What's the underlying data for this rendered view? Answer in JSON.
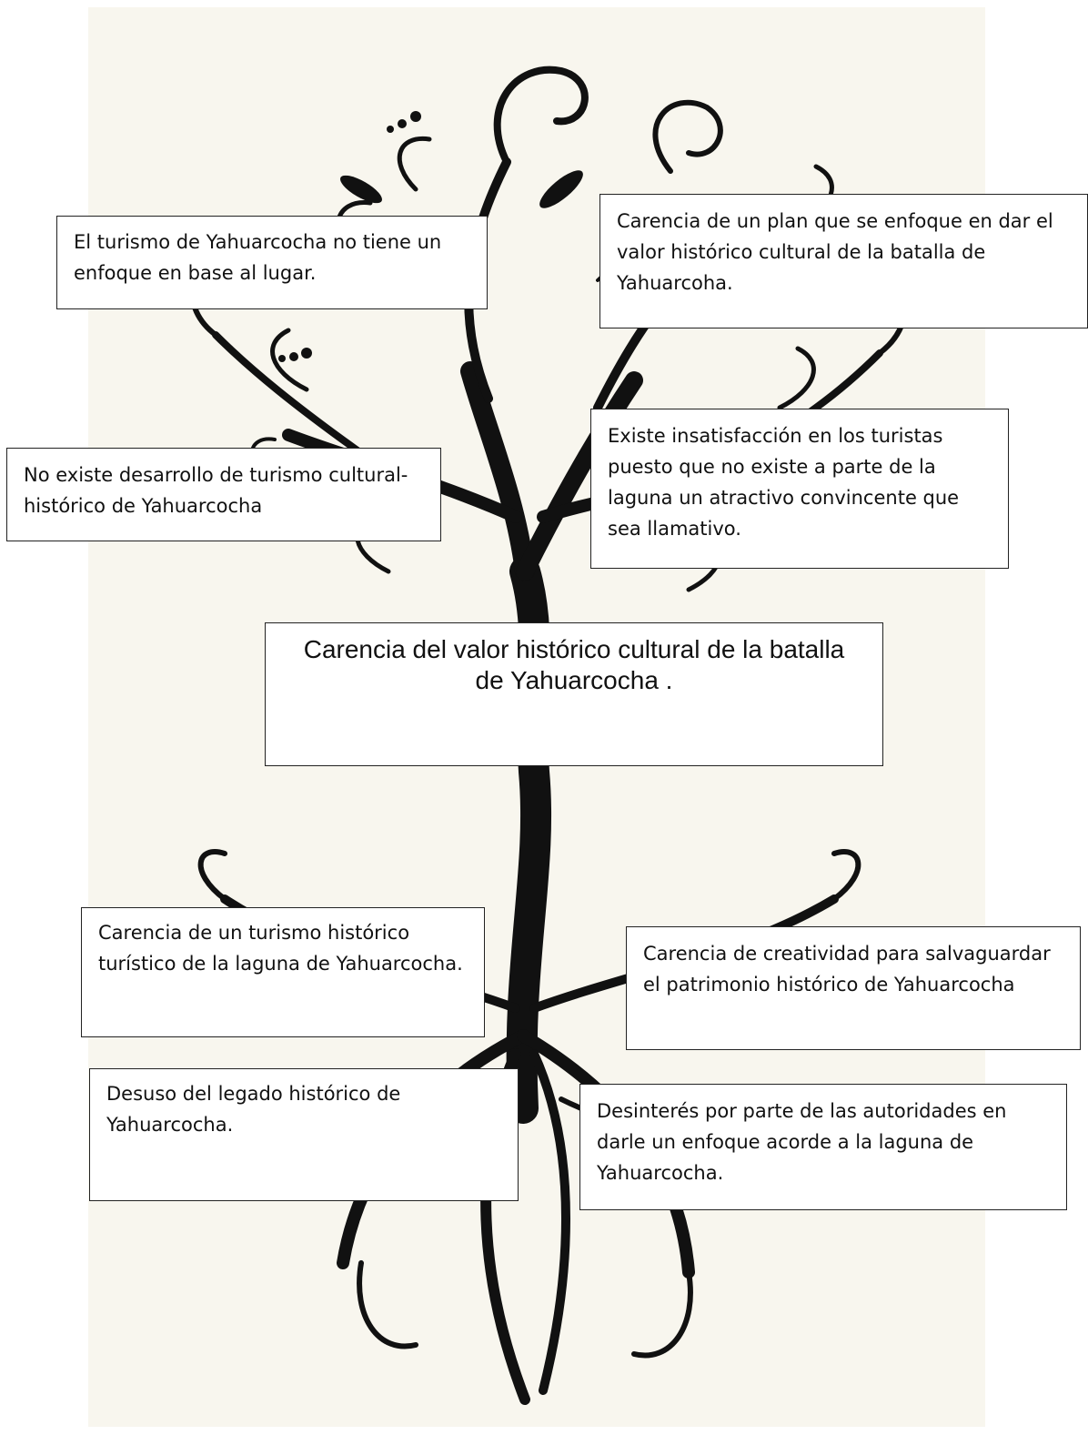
{
  "core_problem": "Carencia del valor histórico cultural de la batalla de Yahuarcocha .",
  "effects": [
    "El turismo de Yahuarcocha no tiene un enfoque en base al lugar.",
    "Carencia de un plan que se enfoque en dar el valor histórico cultural de la batalla de Yahuarcoha.",
    "No existe desarrollo de turismo cultural-histórico de Yahuarcocha",
    "Existe insatisfacción en los turistas puesto que no existe a parte de la laguna un atractivo convincente que sea llamativo."
  ],
  "causes": [
    "Carencia de un turismo histórico turístico de la laguna de Yahuarcocha.",
    "Carencia de creatividad para salvaguardar el patrimonio histórico de Yahuarcocha",
    "Desuso del legado histórico de Yahuarcocha.",
    "Desinterés por parte de las autoridades en darle un enfoque acorde a la laguna de Yahuarcocha."
  ],
  "colors": {
    "background": "#f8f6ee",
    "ink": "#111111",
    "box_border": "#222222"
  }
}
